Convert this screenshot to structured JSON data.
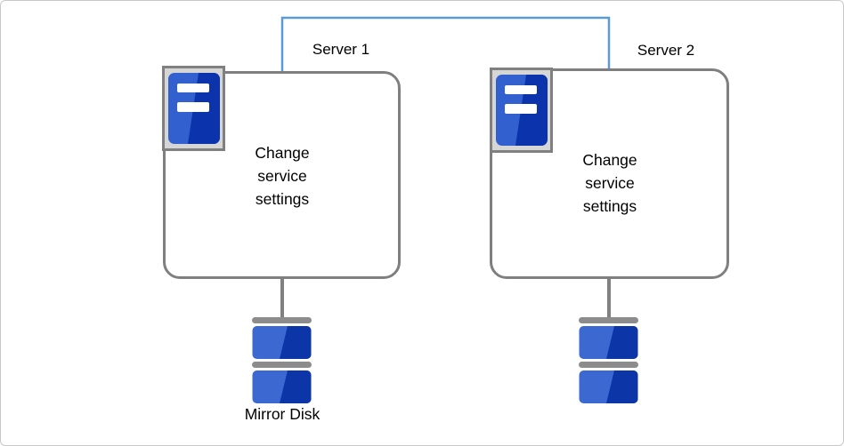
{
  "servers": [
    {
      "label": "Server 1",
      "body": "Change\nservice\nsettings"
    },
    {
      "label": "Server 2",
      "body": "Change\nservice\nsettings"
    }
  ],
  "disks": {
    "caption": "Mirror Disk"
  },
  "palette": {
    "connector_blue": "#5B9BD5",
    "box_border_gray": "#7F7F7F",
    "stem_gray": "#808080",
    "bar_gray": "#8C8C8C",
    "disk_blue_light": "#3B69D1",
    "disk_blue_dark": "#0C35A8",
    "tower_blue_light": "#3260CF",
    "tower_blue_dark": "#0B33AC",
    "icon_frame_fill": "#D6D6D6",
    "canvas_border": "#C9C9C9"
  }
}
